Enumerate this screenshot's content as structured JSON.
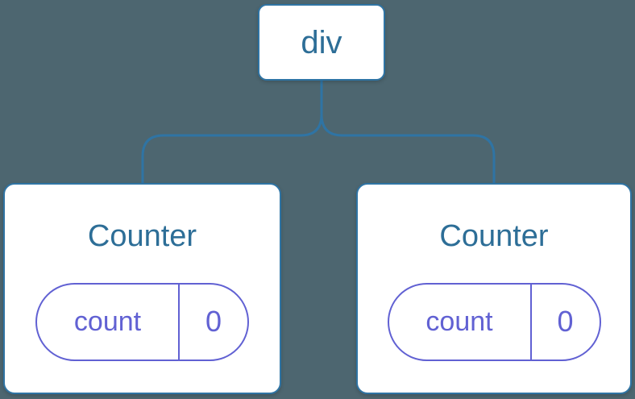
{
  "diagram": {
    "description": "Component tree: a div root with two Counter children, each holding count state",
    "root": {
      "label": "div"
    },
    "children": [
      {
        "title": "Counter",
        "state": {
          "key": "count",
          "value": "0"
        }
      },
      {
        "title": "Counter",
        "state": {
          "key": "count",
          "value": "0"
        }
      }
    ]
  },
  "colors": {
    "background": "#4D6670",
    "node_fill": "#FFFFFF",
    "node_border": "#2F74A4",
    "connector": "#2F74A4",
    "label_blue": "#2D6E97",
    "state_purple": "#6161D3"
  }
}
